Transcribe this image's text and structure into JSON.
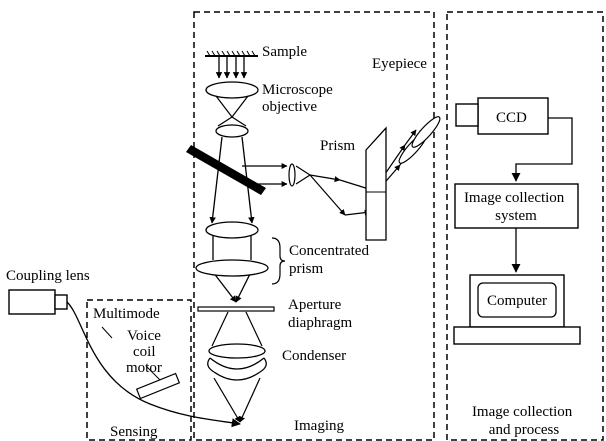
{
  "labels": {
    "sample": "Sample",
    "eyepiece": "Eyepiece",
    "microscope_objective": [
      "Microscope",
      "objective"
    ],
    "prism": "Prism",
    "concentrated_prism": [
      "Concentrated",
      "prism"
    ],
    "aperture_diaphragm": [
      "Aperture",
      "diaphragm"
    ],
    "condenser": "Condenser",
    "imaging": "Imaging",
    "coupling_lens": "Coupling lens",
    "multimode": "Multimode",
    "voice_coil_motor": [
      "Voice",
      "coil",
      "motor"
    ],
    "sensing": "Sensing",
    "ccd": "CCD",
    "image_collection_system": [
      "Image collection",
      "system"
    ],
    "computer": "Computer",
    "image_collection_process": [
      "Image collection",
      "and process"
    ]
  }
}
